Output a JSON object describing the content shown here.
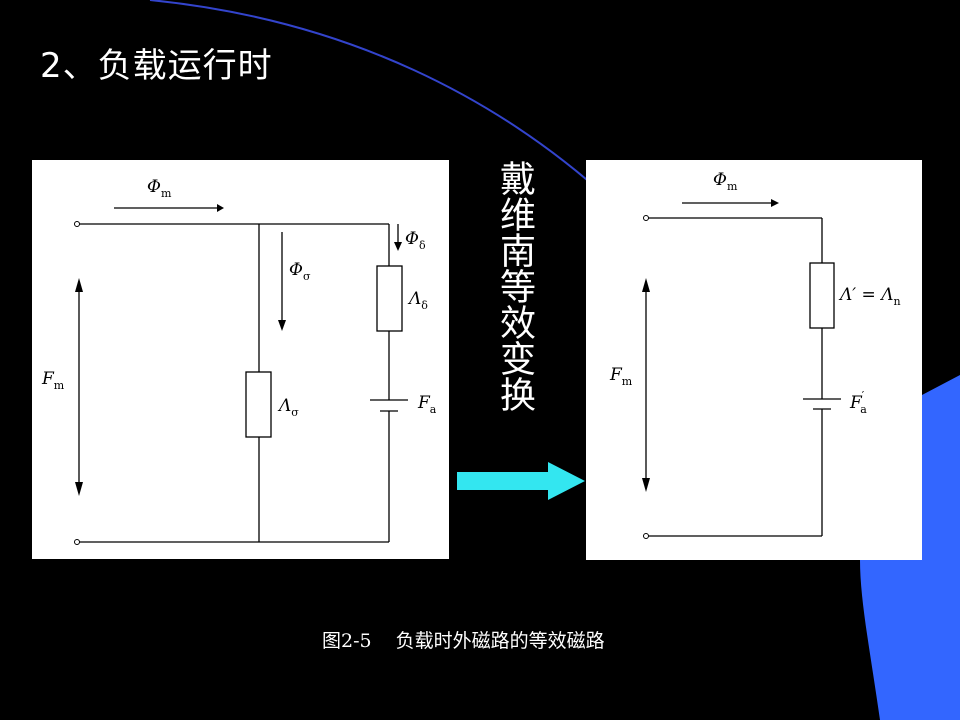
{
  "title": "2、负载运行时",
  "transform_label": "戴维南等效变换",
  "caption": {
    "figure_number": "图2-5",
    "text": "负载时外磁路的等效磁路"
  },
  "colors": {
    "background": "#000000",
    "accent_blue": "#3366ff",
    "arc_line": "#3344cc",
    "arrow_fill": "#33e6f0",
    "panel": "#ffffff"
  },
  "left_circuit": {
    "flux_main": "Φ",
    "flux_main_sub": "m",
    "flux_sigma": "Φ",
    "flux_sigma_sub": "σ",
    "flux_delta": "Φ",
    "flux_delta_sub": "δ",
    "mmf": "F",
    "mmf_sub": "m",
    "perm_sigma": "Λ",
    "perm_sigma_sub": "σ",
    "perm_delta": "Λ",
    "perm_delta_sub": "δ",
    "source": "F",
    "source_sub": "a"
  },
  "right_circuit": {
    "flux_main": "Φ",
    "flux_main_sub": "m",
    "mmf": "F",
    "mmf_sub": "m",
    "perm_left": "Λ′ = Λ",
    "perm_sub": "n",
    "source": "F",
    "source_sub": "a",
    "source_prime": "′"
  }
}
